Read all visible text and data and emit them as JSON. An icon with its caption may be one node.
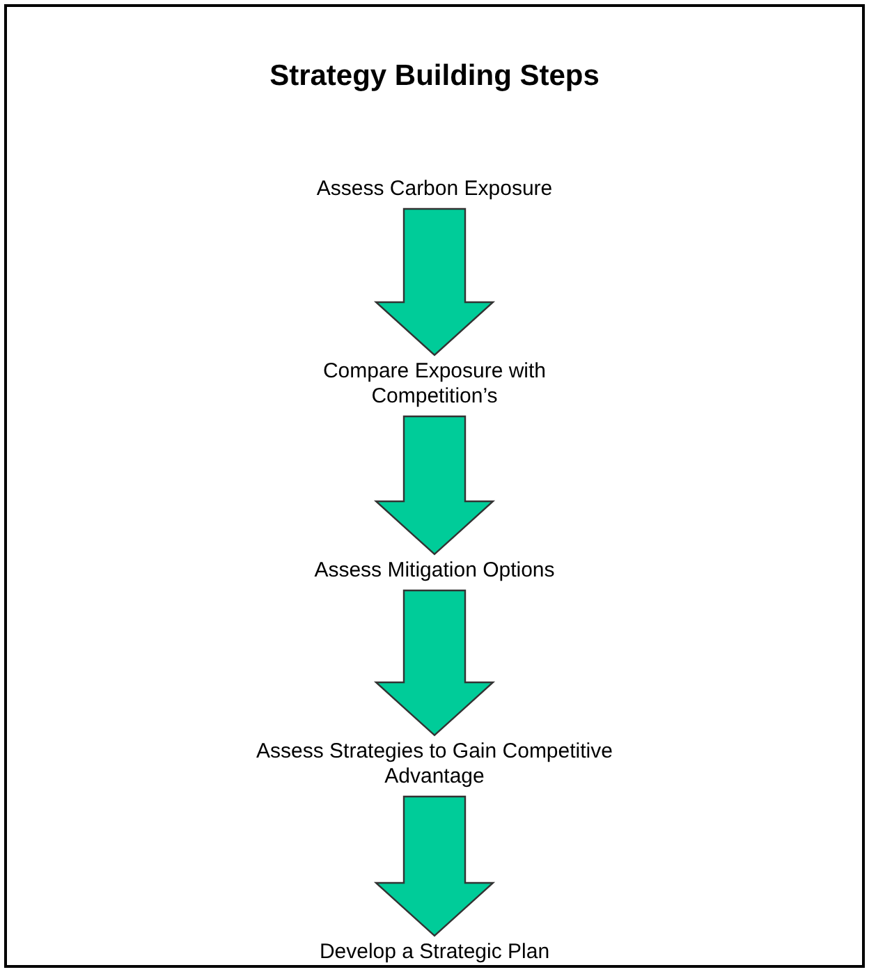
{
  "diagram": {
    "title": "Strategy Building Steps",
    "nodes": [
      {
        "text": [
          "Assess Carbon Exposure"
        ]
      },
      {
        "text": [
          "Compare Exposure with Competition’s"
        ]
      },
      {
        "text": [
          "Assess Mitigation Options"
        ]
      },
      {
        "text": [
          "Assess Strategies to Gain Competitive Advantage"
        ]
      },
      {
        "text": [
          "Develop a Strategic Plan"
        ]
      }
    ],
    "edges": [
      {
        "from": 0,
        "to": 1,
        "arrow": "to"
      },
      {
        "from": 1,
        "to": 2,
        "arrow": "to"
      },
      {
        "from": 2,
        "to": 3,
        "arrow": "to"
      },
      {
        "from": 3,
        "to": 4,
        "arrow": "to"
      }
    ]
  }
}
